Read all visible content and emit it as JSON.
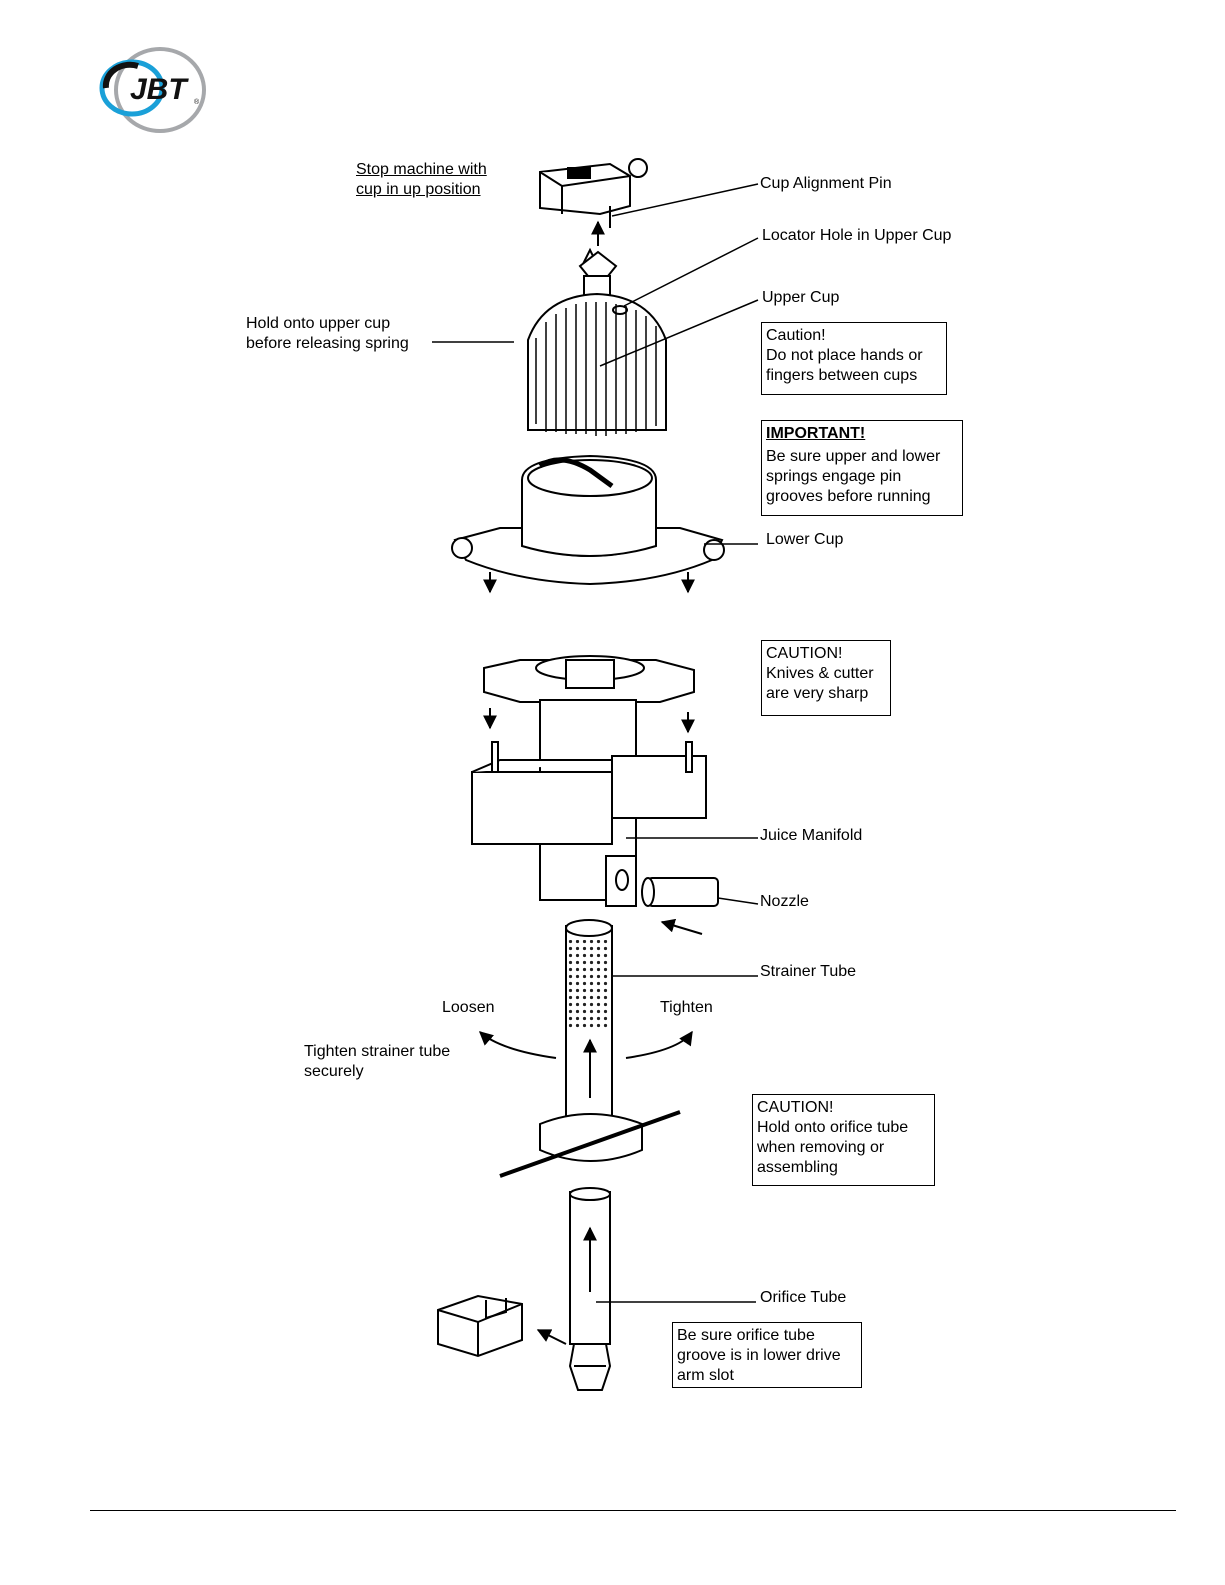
{
  "brand": {
    "logo_text": "JBT",
    "colors": {
      "blue": "#1aa0d8",
      "gray": "#a6a8ab",
      "black": "#111111"
    }
  },
  "labels": {
    "stop_machine": [
      "Stop machine with",
      "cup in up position"
    ],
    "cup_alignment_pin": "Cup Alignment Pin",
    "locator_hole": "Locator Hole in Upper Cup",
    "upper_cup": "Upper Cup",
    "hold_upper_cup": [
      "Hold onto upper cup",
      "before releasing spring"
    ],
    "lower_cup": "Lower Cup",
    "juice_manifold": "Juice Manifold",
    "nozzle": "Nozzle",
    "strainer_tube": "Strainer Tube",
    "loosen": "Loosen",
    "tighten": "Tighten",
    "tighten_strainer": [
      "Tighten strainer tube",
      "securely"
    ],
    "orifice_tube": "Orifice Tube"
  },
  "notes": {
    "caution_hands": {
      "lines": [
        "Caution!",
        "Do not place hands or",
        "fingers between cups"
      ]
    },
    "important": {
      "title": "IMPORTANT!",
      "lines": [
        "Be sure upper and lower",
        "springs engage pin",
        "grooves before running"
      ]
    },
    "caution_knives": {
      "lines": [
        "CAUTION!",
        "Knives & cutter",
        "are very sharp"
      ]
    },
    "caution_orifice": {
      "lines": [
        "CAUTION!",
        "Hold onto orifice tube",
        "when removing or",
        "assembling"
      ]
    },
    "orifice_groove": {
      "lines": [
        "Be sure orifice tube",
        "groove is in lower drive",
        "arm slot"
      ]
    }
  }
}
